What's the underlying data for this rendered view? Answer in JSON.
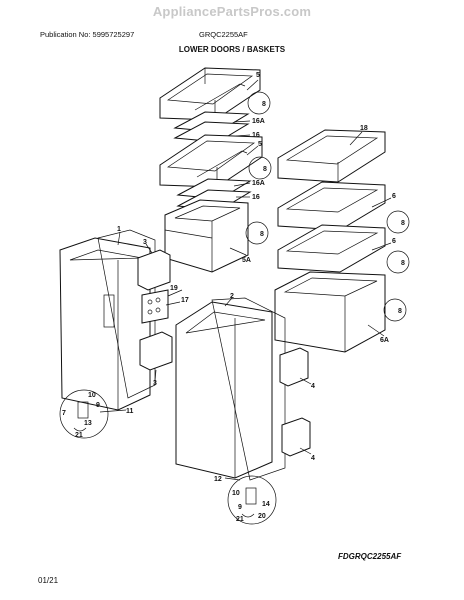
{
  "header": {
    "watermark": "AppliancePartsPros.com",
    "publication": "Publication No: 5995725297",
    "model": "GRQC2255AF",
    "title": "LOWER DOORS / BASKETS"
  },
  "footer": {
    "diagram_code": "FDGRQC2255AF",
    "date": "01/21"
  },
  "callouts": {
    "c5a": "5",
    "c8a": "8",
    "c16aa": "16A",
    "c16a": "16",
    "c5b": "5",
    "c8b": "8",
    "c16ab": "16A",
    "c16b": "16",
    "c8c": "8",
    "c5A": "5A",
    "c18": "18",
    "c6a": "6",
    "c8d": "8",
    "c6b": "6",
    "c8e": "8",
    "c8f": "8",
    "c6A": "6A",
    "c1": "1",
    "c3a": "3",
    "c19": "19",
    "c17": "17",
    "c3b": "3",
    "c2": "2",
    "c4a": "4",
    "c4b": "4",
    "c10a": "10",
    "c7": "7",
    "c9a": "9",
    "c13": "13",
    "c21a": "21",
    "c11": "11",
    "c12": "12",
    "c10b": "10",
    "c9b": "9",
    "c14": "14",
    "c21b": "21",
    "c20": "20"
  }
}
